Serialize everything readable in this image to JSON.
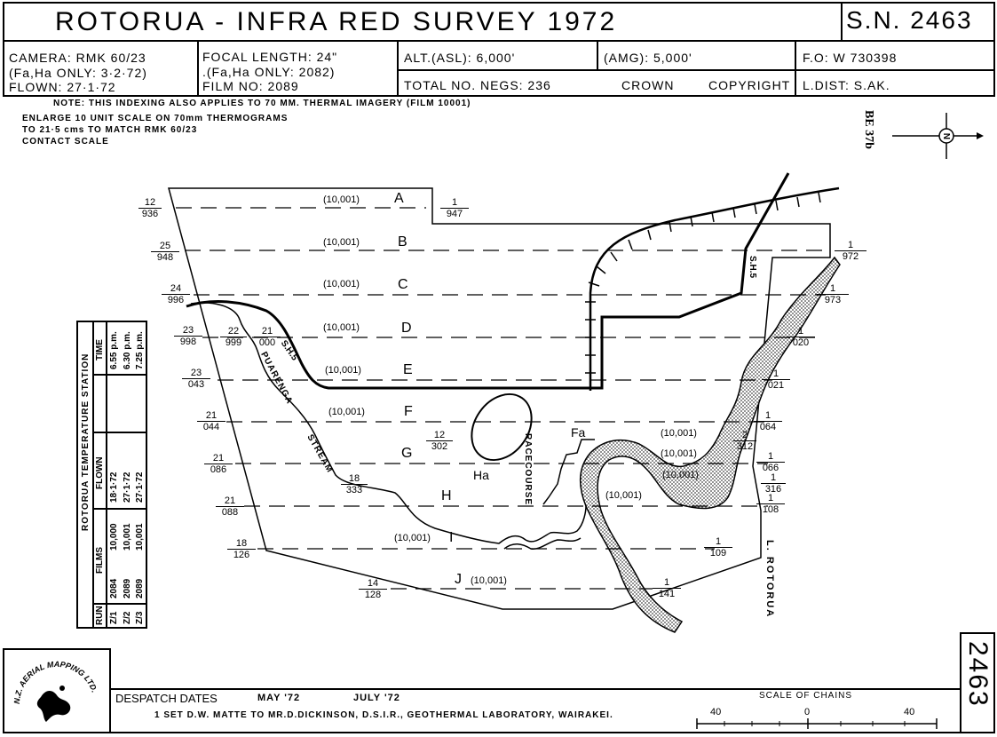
{
  "header": {
    "title": "ROTORUA - INFRA RED SURVEY 1972",
    "sn": "S.N. 2463",
    "camera": "CAMERA: RMK 60/23",
    "camera_sub": "(Fa,Ha ONLY: 3·2·72)",
    "flown": "FLOWN: 27·1·72",
    "focal": "FOCAL LENGTH: 24\"",
    "focal_sub": ".(Fa,Ha ONLY: 2082)",
    "film": "FILM NO: 2089",
    "alt": "ALT.(ASL): 6,000'",
    "amg": "(AMG): 5,000'",
    "negs": "TOTAL NO. NEGS: 236",
    "crown": "CROWN",
    "copyright": "COPYRIGHT",
    "fo": "F.O: W 730398",
    "ldist": "L.DIST: S.AK."
  },
  "note": [
    "NOTE: THIS INDEXING ALSO APPLIES TO 70 MM. THERMAL IMAGERY (FILM 10001)",
    "ENLARGE 10 UNIT SCALE ON 70mm THERMOGRAMS",
    "TO 21·5 cms TO MATCH RMK 60/23",
    "CONTACT SCALE"
  ],
  "sheet_ref": "BE 37b",
  "north": "N",
  "station_table": {
    "title": "ROTORUA TEMPERATURE STATION",
    "headers": [
      "RUN",
      "FILMS",
      "FLOWN",
      "TIME"
    ],
    "rows": [
      [
        "Z/1",
        "2084",
        "10,000",
        "18·1·72",
        "6.55 p.m."
      ],
      [
        "Z/2",
        "2089",
        "10,001",
        "27·1·72",
        "6.30 p.m."
      ],
      [
        "Z/3",
        "2089",
        "10,001",
        "27·1·72",
        "7.25 p.m."
      ]
    ]
  },
  "runs": [
    {
      "letter": "A",
      "film": "(10,001)",
      "left": [
        "12",
        "936"
      ],
      "right": [
        "1",
        "947"
      ]
    },
    {
      "letter": "B",
      "film": "(10,001)",
      "left": [
        "25",
        "948"
      ],
      "right": [
        "1",
        "972"
      ]
    },
    {
      "letter": "C",
      "film": "(10,001)",
      "left": [
        "24",
        "996"
      ],
      "right": [
        "1",
        "973"
      ]
    },
    {
      "letter": "D",
      "film": "(10,001)",
      "left": [
        "23",
        "998"
      ],
      "right": [
        "1",
        "020"
      ]
    },
    {
      "letter": "E",
      "film": "(10,001)",
      "left": [
        "23",
        "043"
      ],
      "right": [
        "1",
        "021"
      ]
    },
    {
      "letter": "F",
      "film": "(10,001)",
      "left": [
        "21",
        "044"
      ],
      "right": [
        "1",
        "064"
      ]
    },
    {
      "letter": "G",
      "film": "",
      "left": [
        "21",
        "086"
      ],
      "right": [
        "1",
        "066"
      ]
    },
    {
      "letter": "H",
      "film": "",
      "left": [
        "21",
        "088"
      ],
      "right": [
        "1",
        "108"
      ]
    },
    {
      "letter": "I",
      "film": "(10,001)",
      "left": [
        "18",
        "126"
      ],
      "right": [
        "1",
        "109"
      ]
    },
    {
      "letter": "J",
      "film": "(10,001)",
      "left": [
        "14",
        "128"
      ],
      "right": [
        "1",
        "141"
      ]
    }
  ],
  "map_labels": {
    "frames_21_000": [
      "21",
      "000"
    ],
    "frames_22_999": [
      "22",
      "999"
    ],
    "frames_12_302": [
      "12",
      "302"
    ],
    "frames_18_333": [
      "18",
      "333"
    ],
    "frames_2_312": [
      "2",
      "312"
    ],
    "frames_1_316": [
      "1",
      "316"
    ],
    "sh5": "S.H.5",
    "puarenga": "PUARENGA",
    "stream": "STREAM",
    "racecourse": "RACECOURSE",
    "fa": "Fa",
    "ha": "Ha",
    "fa_film": "(10,001)",
    "g_film": "(10,001)",
    "ha_film": "(10,001)",
    "lake_film": "(10,001)",
    "lake": "L. ROTORUA"
  },
  "footer": {
    "logo_text": "N.Z. AERIAL MAPPING LTD.",
    "despatch": "DESPATCH DATES",
    "may": "MAY '72",
    "july": "JULY '72",
    "set_line": "1 SET D.W. MATTE TO MR.D.DICKINSON, D.S.I.R., GEOTHERMAL LABORATORY, WAIRAKEI.",
    "scale": "SCALE OF CHAINS",
    "scale_ticks": [
      "40",
      "0",
      "40"
    ],
    "side_number": "2463"
  }
}
